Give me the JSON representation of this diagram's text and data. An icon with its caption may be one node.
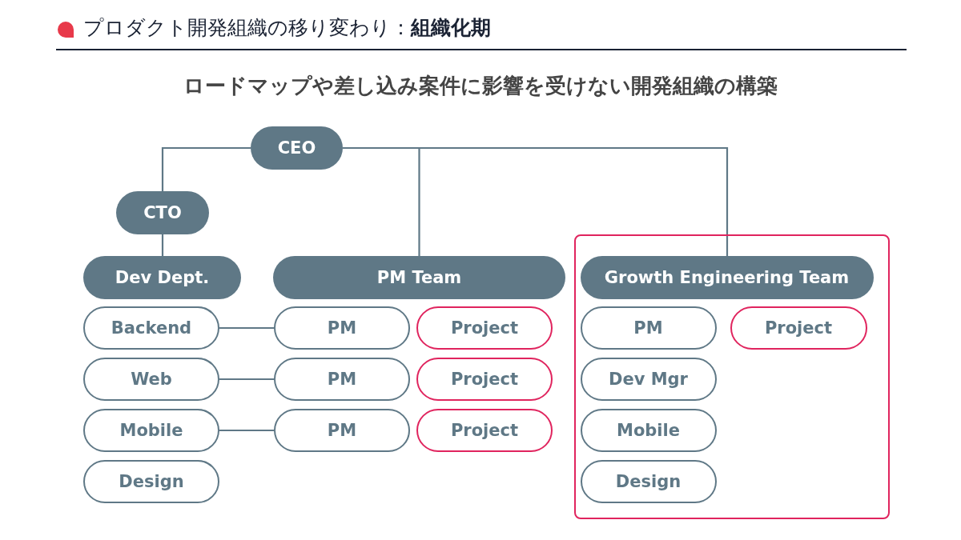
{
  "diagram": {
    "title": "プロダクト開発組織の移り変わり：**組織化期**",
    "nodes": [
      {
        "text": [
          "CEO"
        ]
      },
      {
        "text": [
          "CTO"
        ]
      },
      {
        "text": [
          "Dev Dept."
        ]
      },
      {
        "text": [
          "PM Team"
        ]
      },
      {
        "text": [],
        "shape": "box"
      },
      {
        "text": [
          "Growth Engineering Team"
        ],
        "in": 4
      },
      {
        "text": [
          "Backend"
        ]
      },
      {
        "text": [
          "Web"
        ]
      },
      {
        "text": [
          "Mobile"
        ]
      },
      {
        "text": [
          "Design"
        ]
      },
      {
        "text": [
          "PM"
        ]
      },
      {
        "text": [
          "Project"
        ]
      },
      {
        "text": [
          "PM"
        ]
      },
      {
        "text": [
          "Project"
        ]
      },
      {
        "text": [
          "PM"
        ]
      },
      {
        "text": [
          "Project"
        ]
      },
      {
        "text": [
          "PM"
        ],
        "in": 4
      },
      {
        "text": [
          "Project"
        ],
        "in": 4
      },
      {
        "text": [
          "Dev Mgr"
        ],
        "in": 4
      },
      {
        "text": [
          "Mobile"
        ],
        "in": 4
      },
      {
        "text": [
          "Design"
        ],
        "in": 4
      }
    ],
    "edges": [
      {
        "from": 0,
        "to": 1,
        "arrow": "none"
      },
      {
        "from": 1,
        "to": 2,
        "arrow": "none"
      },
      {
        "from": 0,
        "to": 3,
        "arrow": "none"
      },
      {
        "from": 0,
        "to": 5,
        "arrow": "none"
      },
      {
        "from": 6,
        "to": 10,
        "arrow": "none"
      },
      {
        "from": 7,
        "to": 12,
        "arrow": "none"
      },
      {
        "from": 8,
        "to": 14,
        "arrow": "none"
      }
    ],
    "labels": [
      "ロードマップや差し込み案件に影響を受けない開発組織の構築"
    ]
  }
}
